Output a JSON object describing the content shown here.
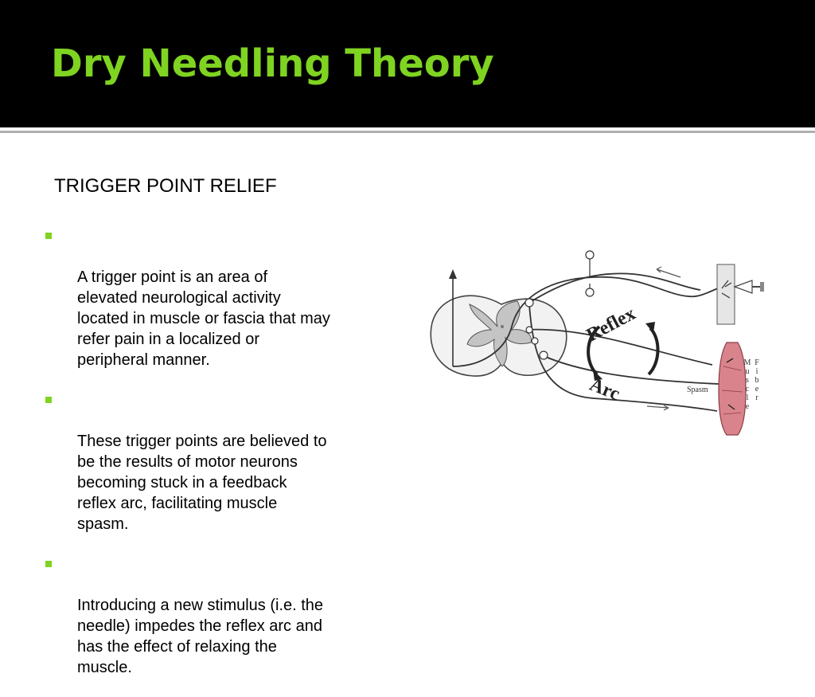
{
  "slide": {
    "title": "Dry Needling Theory",
    "subtitle": "TRIGGER POINT RELIEF",
    "bullets": [
      "A trigger point is an area of\nelevated neurological activity\nlocated in muscle or fascia that may\nrefer pain in a localized or\nperipheral manner.",
      "These trigger points are believed to\nbe the results of  motor neurons\nbecoming stuck in a feedback\nreflex arc, facilitating muscle\nspasm.",
      " Introducing a new stimulus (i.e. the\nneedle) impedes the reflex arc and\nhas the effect of relaxing the\nmuscle."
    ]
  },
  "diagram": {
    "arc_word_1": "Reflex",
    "arc_word_2": "Arc",
    "spasm_label": "Spasm",
    "vertical_label_1": "Muscle",
    "vertical_label_2": "Fiber"
  },
  "colors": {
    "title": "#7fd321",
    "bullet_marker": "#7fd321",
    "header_background": "#000000",
    "muscle": "#d9848c"
  }
}
